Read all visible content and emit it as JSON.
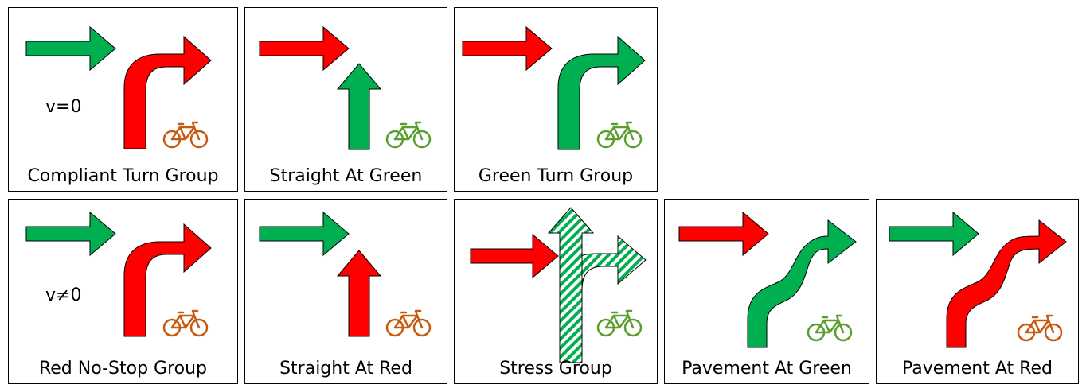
{
  "colors": {
    "green": "#00b050",
    "red": "#ff0000",
    "bike_orange": "#c55a11",
    "bike_green": "#5a9e2f"
  },
  "panels": [
    {
      "caption": "Compliant Turn Group",
      "velocity": "v=0"
    },
    {
      "caption": "Straight At Green"
    },
    {
      "caption": "Green Turn Group"
    },
    {
      "caption": "Red No-Stop Group",
      "velocity": "v≠0"
    },
    {
      "caption": "Straight At Red"
    },
    {
      "caption": "Stress Group"
    },
    {
      "caption": "Pavement At Green"
    },
    {
      "caption": "Pavement At Red"
    }
  ],
  "icons": {
    "bicycle": "bicycle-icon",
    "arrow": "arrow-icon"
  }
}
